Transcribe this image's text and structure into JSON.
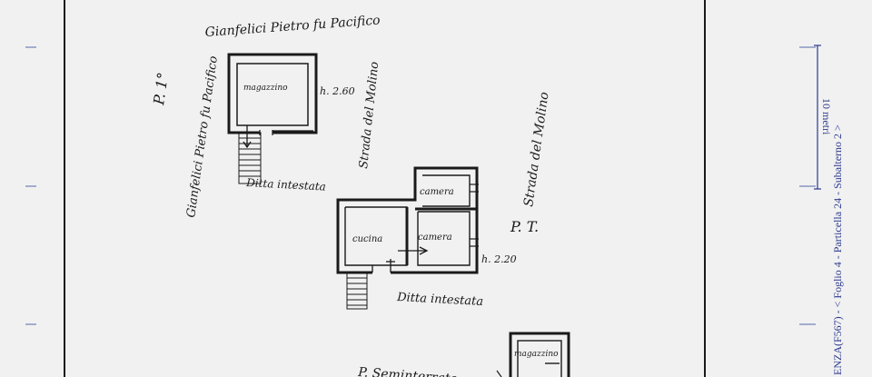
{
  "labels": {
    "owner_top": "Gianfelici Pietro fu Pacifico",
    "owner_vertical": "Gianfelici Pietro fu Pacifico",
    "floor_first": "P. 1°",
    "floor_ground": "P. T.",
    "floor_basement": "P. Seminterrato",
    "street_left": "Strada del Molino",
    "street_right": "Strada del Molino",
    "owner_below_first": "Ditta intestata",
    "owner_below_ground": "Ditta intestata"
  },
  "rooms": {
    "first_floor_store": "magazzino",
    "bedroom_top": "camera",
    "kitchen": "cucina",
    "bedroom_bottom": "camera",
    "basement_store": "magazzino"
  },
  "heights": {
    "first_floor": "h. 2.60",
    "ground_floor": "h. 2.20"
  },
  "stamp": {
    "scale": "10 metri",
    "reference": "ENZA(F567) - < Foglio 4 - Particella 24 - Subalterno 2 >"
  },
  "colors": {
    "paper": "#f1f1f1",
    "ink": "#1a1a1a",
    "stamp": "#2b3a8f"
  }
}
